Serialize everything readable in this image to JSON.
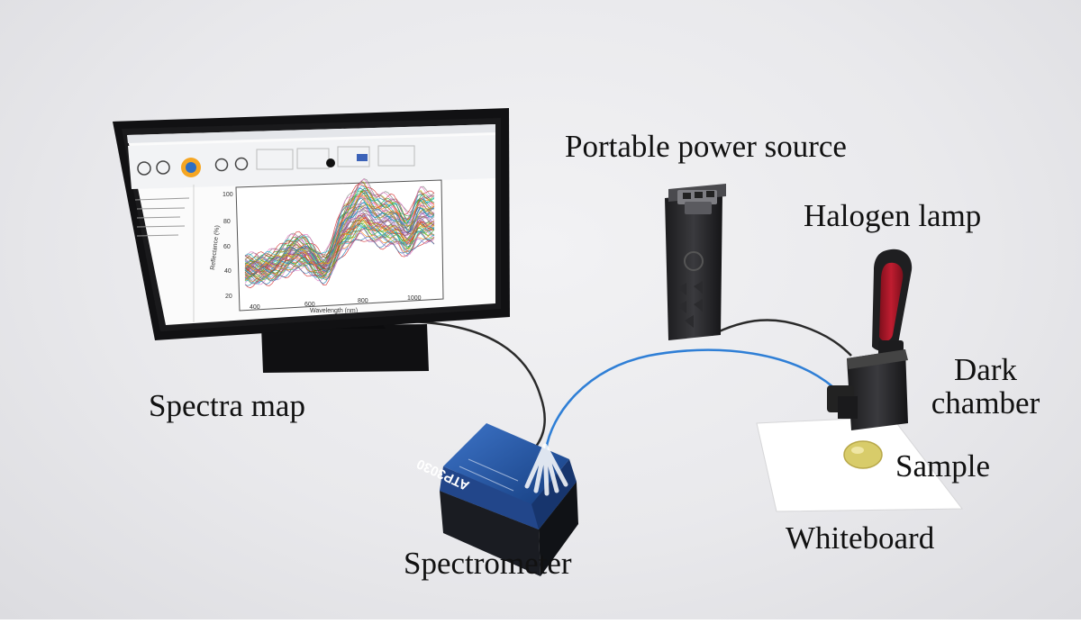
{
  "labels": {
    "portable_power_source": "Portable power source",
    "halogen_lamp": "Halogen lamp",
    "dark_chamber_line1": "Dark",
    "dark_chamber_line2": "chamber",
    "sample": "Sample",
    "whiteboard": "Whiteboard",
    "spectra_map": "Spectra map",
    "spectrometer": "Spectrometer"
  },
  "spectrometer_device": {
    "model": "ATP3030"
  },
  "screen_plot": {
    "ylabel": "Reflectance (%)",
    "xlabel": "Wavelength (nm)",
    "y_ticks": [
      "100",
      "80",
      "60",
      "40",
      "20"
    ],
    "x_ticks": [
      "400",
      "600",
      "800",
      "1000"
    ]
  },
  "colors": {
    "background": "#e9e9ec",
    "fiber_cable": "#2f7fd6",
    "device_blue": "#1f4f99",
    "lamp_handle_red": "#b0192b",
    "sample_yellow": "#d8cc6a"
  }
}
